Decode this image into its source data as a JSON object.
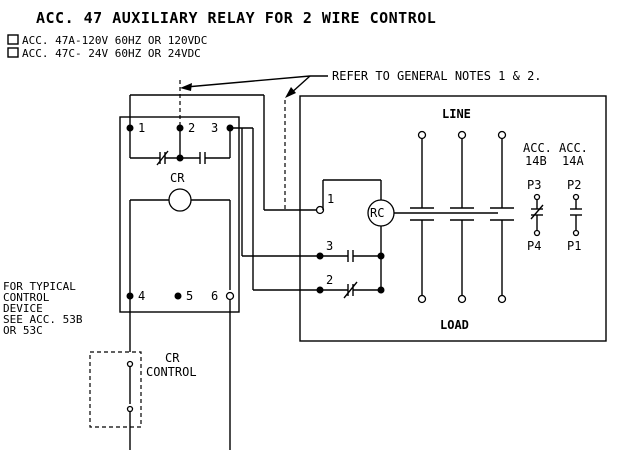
{
  "title": "ACC. 47 AUXILIARY RELAY FOR 2 WIRE CONTROL",
  "options": [
    "ACC. 47A-120V 60HZ OR 120VDC",
    "ACC. 47C- 24V 60HZ OR  24VDC"
  ],
  "refer_note": "REFER TO GENERAL NOTES 1 & 2.",
  "relay": {
    "terminals_top": [
      "1",
      "2",
      "3"
    ],
    "terminals_bottom": [
      "4",
      "5",
      "6"
    ],
    "coil_label": "CR"
  },
  "starter": {
    "line_label": "LINE",
    "load_label": "LOAD",
    "coil_label": "RC",
    "terminal_1": "1",
    "terminal_2": "2",
    "terminal_3": "3",
    "acc_left": [
      "ACC.",
      "14B"
    ],
    "acc_right": [
      "ACC.",
      "14A"
    ],
    "p_top_left": "P3",
    "p_top_right": "P2",
    "p_bottom_left": "P4",
    "p_bottom_right": "P1"
  },
  "control_note": [
    "FOR TYPICAL",
    "CONTROL",
    "DEVICE",
    "SEE ACC. 53B",
    "OR 53C"
  ],
  "control_device": [
    "CR",
    "CONTROL"
  ]
}
